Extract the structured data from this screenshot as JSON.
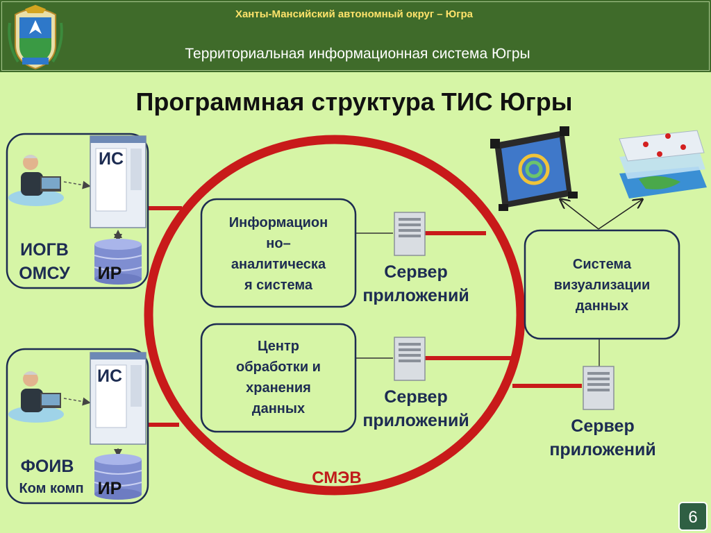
{
  "header": {
    "region": "Ханты-Мансийский автономный округ – Югра",
    "system": "Территориальная информационная система Югры"
  },
  "title": "Программная структура ТИС Югры",
  "clients": [
    {
      "name_line1": "ИОГВ",
      "name_line2": "ОМСУ",
      "is_label": "ИС",
      "ir_label": "ИР"
    },
    {
      "name_line1": "ФОИВ",
      "name_line2": "Ком комп",
      "is_label": "ИС",
      "ir_label": "ИР"
    }
  ],
  "inner": {
    "box1": [
      "Информацион",
      "но–",
      "аналитическа",
      "я система"
    ],
    "box2": [
      "Центр",
      "обработки и",
      "хранения",
      "данных"
    ],
    "server1": [
      "Сервер",
      "приложений"
    ],
    "server2": [
      "Сервер",
      "приложений"
    ]
  },
  "visualization": {
    "box": [
      "Система",
      "визуализации",
      "данных"
    ],
    "server": [
      "Сервер",
      "приложений"
    ]
  },
  "bus_label": "СМЭВ",
  "page_number": "6",
  "colors": {
    "ring": "#c81a1a",
    "header_bg": "#3f6b2a",
    "header_accent": "#ffe36b",
    "background": "#d6f5a6",
    "label_text": "#1d2c52"
  }
}
